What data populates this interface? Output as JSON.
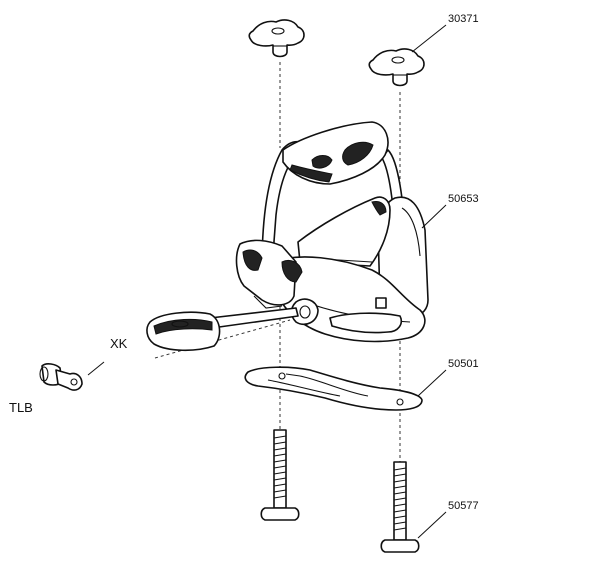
{
  "diagram": {
    "labels": {
      "knob": "30371",
      "frame": "50653",
      "plate": "50501",
      "bolt": "50577",
      "key_part": "XK",
      "lock_cylinder": "TLB"
    }
  }
}
